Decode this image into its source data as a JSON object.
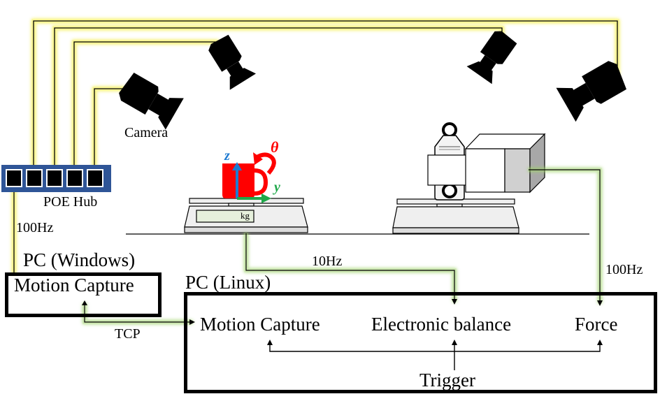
{
  "colors": {
    "hub_fill": "#2f5597",
    "yellow_glow": "#f4ee3a",
    "green_glow": "#9fd36b",
    "mug": "#ff0000",
    "z_axis": "#1f7bd1",
    "y_axis": "#1fa84a",
    "theta": "#ff0000",
    "scale_display": "#e6f0dc",
    "scale_body": "#efefef",
    "force_side": "#d0d0d0",
    "force_side_dark": "#a8a8a8"
  },
  "labels": {
    "camera": "Camera",
    "poe_hub": "POE Hub",
    "hub_to_pc_rate": "100Hz",
    "pc_windows_title": "PC (Windows)",
    "pc_windows_module": "Motion Capture",
    "tcp": "TCP",
    "balance_rate": "10Hz",
    "force_rate": "100Hz",
    "pc_linux_title": "PC (Linux)",
    "linux_motion_capture": "Motion Capture",
    "linux_balance": "Electronic balance",
    "linux_force": "Force",
    "trigger": "Trigger",
    "scale_unit": "kg",
    "axis_z": "z",
    "axis_y": "y",
    "axis_theta": "θ"
  },
  "hub": {
    "port_count": 5
  },
  "cameras": [
    {
      "id": "camera-1",
      "connected_port": 4
    },
    {
      "id": "camera-2",
      "connected_port": 3
    },
    {
      "id": "camera-3",
      "connected_port": 2
    },
    {
      "id": "camera-4",
      "connected_port": 1
    }
  ]
}
